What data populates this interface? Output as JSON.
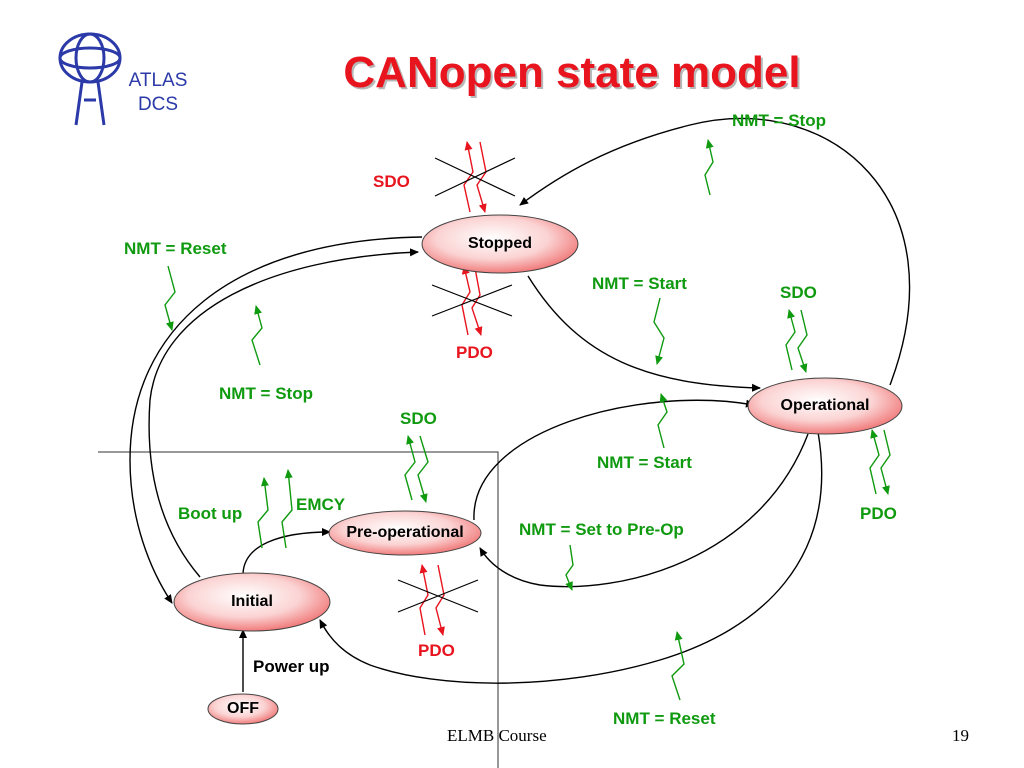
{
  "slide": {
    "title": "CANopen state model",
    "logo": {
      "line1": "ATLAS",
      "line2": "DCS"
    },
    "footer": {
      "course": "ELMB Course",
      "page": "19"
    }
  },
  "states": {
    "stopped": "Stopped",
    "operational": "Operational",
    "preop": "Pre-operational",
    "initial": "Initial",
    "off": "OFF"
  },
  "labels": {
    "nmt_stop_top": "NMT = Stop",
    "sdo_stopped": "SDO",
    "nmt_reset_left": "NMT = Reset",
    "nmt_start_upper": "NMT = Start",
    "sdo_operational": "SDO",
    "pdo_stopped": "PDO",
    "nmt_stop_left": "NMT = Stop",
    "sdo_preop": "SDO",
    "nmt_start_lower": "NMT = Start",
    "boot_up": "Boot up",
    "emcy": "EMCY",
    "nmt_preop": "NMT = Set to Pre-Op",
    "pdo_operational": "PDO",
    "pdo_preop": "PDO",
    "power_up": "Power up",
    "nmt_reset_bottom": "NMT = Reset"
  },
  "colors": {
    "title": "#e8141e",
    "green": "#109a10",
    "red": "#e8141e",
    "logo": "#2b3aa8",
    "state_fill_edge": "#f07878"
  }
}
